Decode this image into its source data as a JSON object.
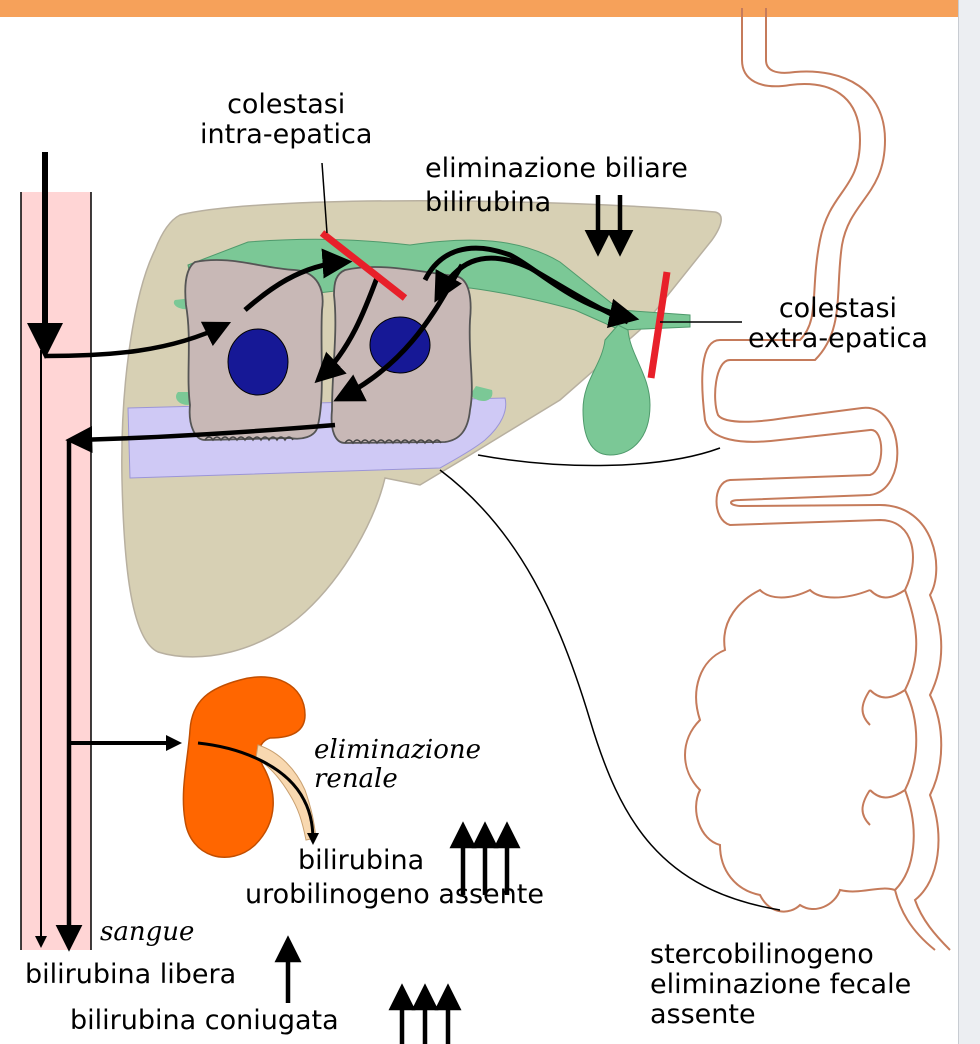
{
  "labels": {
    "colestasi_intra": "colestasi\nintra-epatica",
    "eliminazione_biliare": "eliminazione biliare",
    "bilirubina_top": "bilirubina",
    "colestasi_extra": "colestasi\nextra-epatica",
    "eliminazione_renale": "eliminazione\nrenale",
    "bilirubina_urine": "bilirubina",
    "urobilinogeno": "urobilinogeno assente",
    "sangue": "sangue",
    "bilirubina_libera": "bilirubina libera",
    "bilirubina_coniugata": "bilirubina coniugata",
    "stercobilinogeno": "stercobilinogeno\neliminazione fecale\nassente"
  },
  "colors": {
    "topbar": "#f6a15a",
    "blood_vessel": "#ffd5d5",
    "liver": "#d7d0b4",
    "bile_duct": "#7bc896",
    "sinusoid": "#cfc9f5",
    "hepatocyte": "#c8b8b6",
    "nucleus": "#161896",
    "block": "#e8202a",
    "kidney": "#ff6600",
    "ureter": "#f8d8b0",
    "intestine_outline": "#c57b5b"
  }
}
